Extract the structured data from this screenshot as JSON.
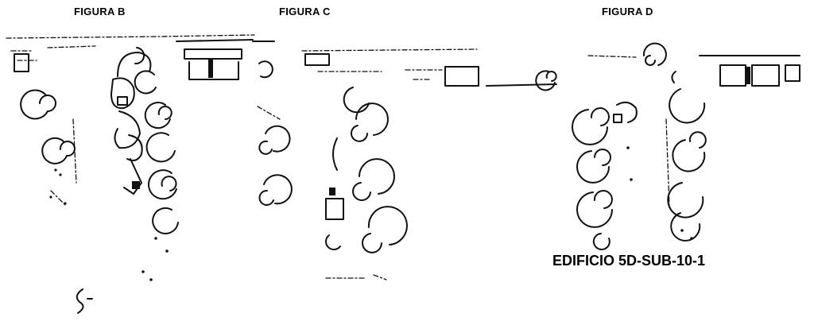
{
  "figures": {
    "b": {
      "label": "FIGURA B"
    },
    "c": {
      "label": "FIGURA C"
    },
    "d": {
      "label": "FIGURA D"
    }
  },
  "caption": "EDIFICIO 5D-SUB-10-1"
}
